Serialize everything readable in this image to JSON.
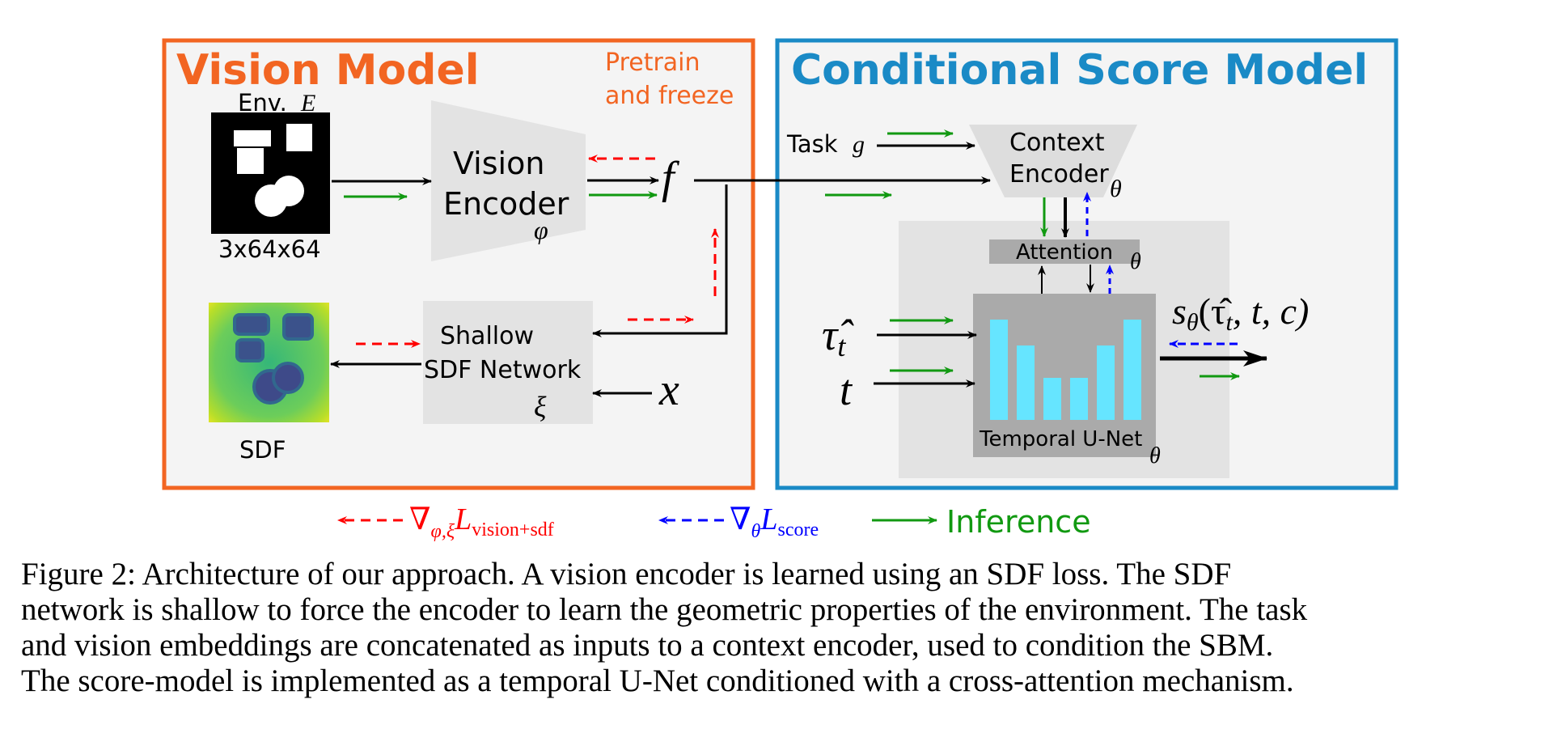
{
  "vision_model": {
    "title": "Vision Model",
    "pretrain_line1": "Pretrain",
    "pretrain_line2": "and freeze",
    "env_label": "Env.",
    "env_var": "E",
    "env_size": "3x64x64",
    "encoder_line1": "Vision",
    "encoder_line2": "Encoder",
    "encoder_param": "φ",
    "feature": "f",
    "sdf_net_line1": "Shallow",
    "sdf_net_line2": "SDF Network",
    "sdf_param": "ξ",
    "query": "x",
    "sdf_label": "SDF"
  },
  "score_model": {
    "title": "Conditional Score Model",
    "task_label": "Task",
    "task_var": "g",
    "context_line1": "Context",
    "context_line2": "Encoder",
    "context_param": "θ",
    "attention": "Attention",
    "attention_param": "θ",
    "tau_hat": "τ̂",
    "tau_sub": "t",
    "t_input": "t",
    "unet_label": "Temporal U-Net",
    "unet_param": "θ",
    "output_s": "s",
    "output_sub": "θ",
    "output_args": "(τ̂",
    "output_args_sub": "t",
    "output_args_rest": ", t, c)"
  },
  "legend": {
    "vision_grad": "∇",
    "vision_grad_sub": "φ,ξ",
    "vision_L": "L",
    "vision_L_sub": "vision+sdf",
    "score_grad": "∇",
    "score_grad_sub": "θ",
    "score_L": "L",
    "score_L_sub": "score",
    "inference": "Inference"
  },
  "caption": {
    "line1": "Figure 2: Architecture of our approach. A vision encoder is learned using an SDF loss. The SDF",
    "line2": "network is shallow to force the encoder to learn the geometric properties of the environment. The task",
    "line3": "and vision embeddings are concatenated as inputs to a context encoder, used to condition the SBM.",
    "line4": "The score-model is implemented as a temporal U-Net conditioned with a cross-attention mechanism."
  },
  "colors": {
    "vision_border": "#f26522",
    "score_border": "#1a8ac6",
    "panel_bg": "#f4f4f4",
    "block_gray": "#e3e3e3",
    "unet_bg": "#aaaaaa",
    "bars": "#66e5ff",
    "grad_vision": "#ff0000",
    "grad_score": "#0000ff",
    "inference": "#119911"
  }
}
